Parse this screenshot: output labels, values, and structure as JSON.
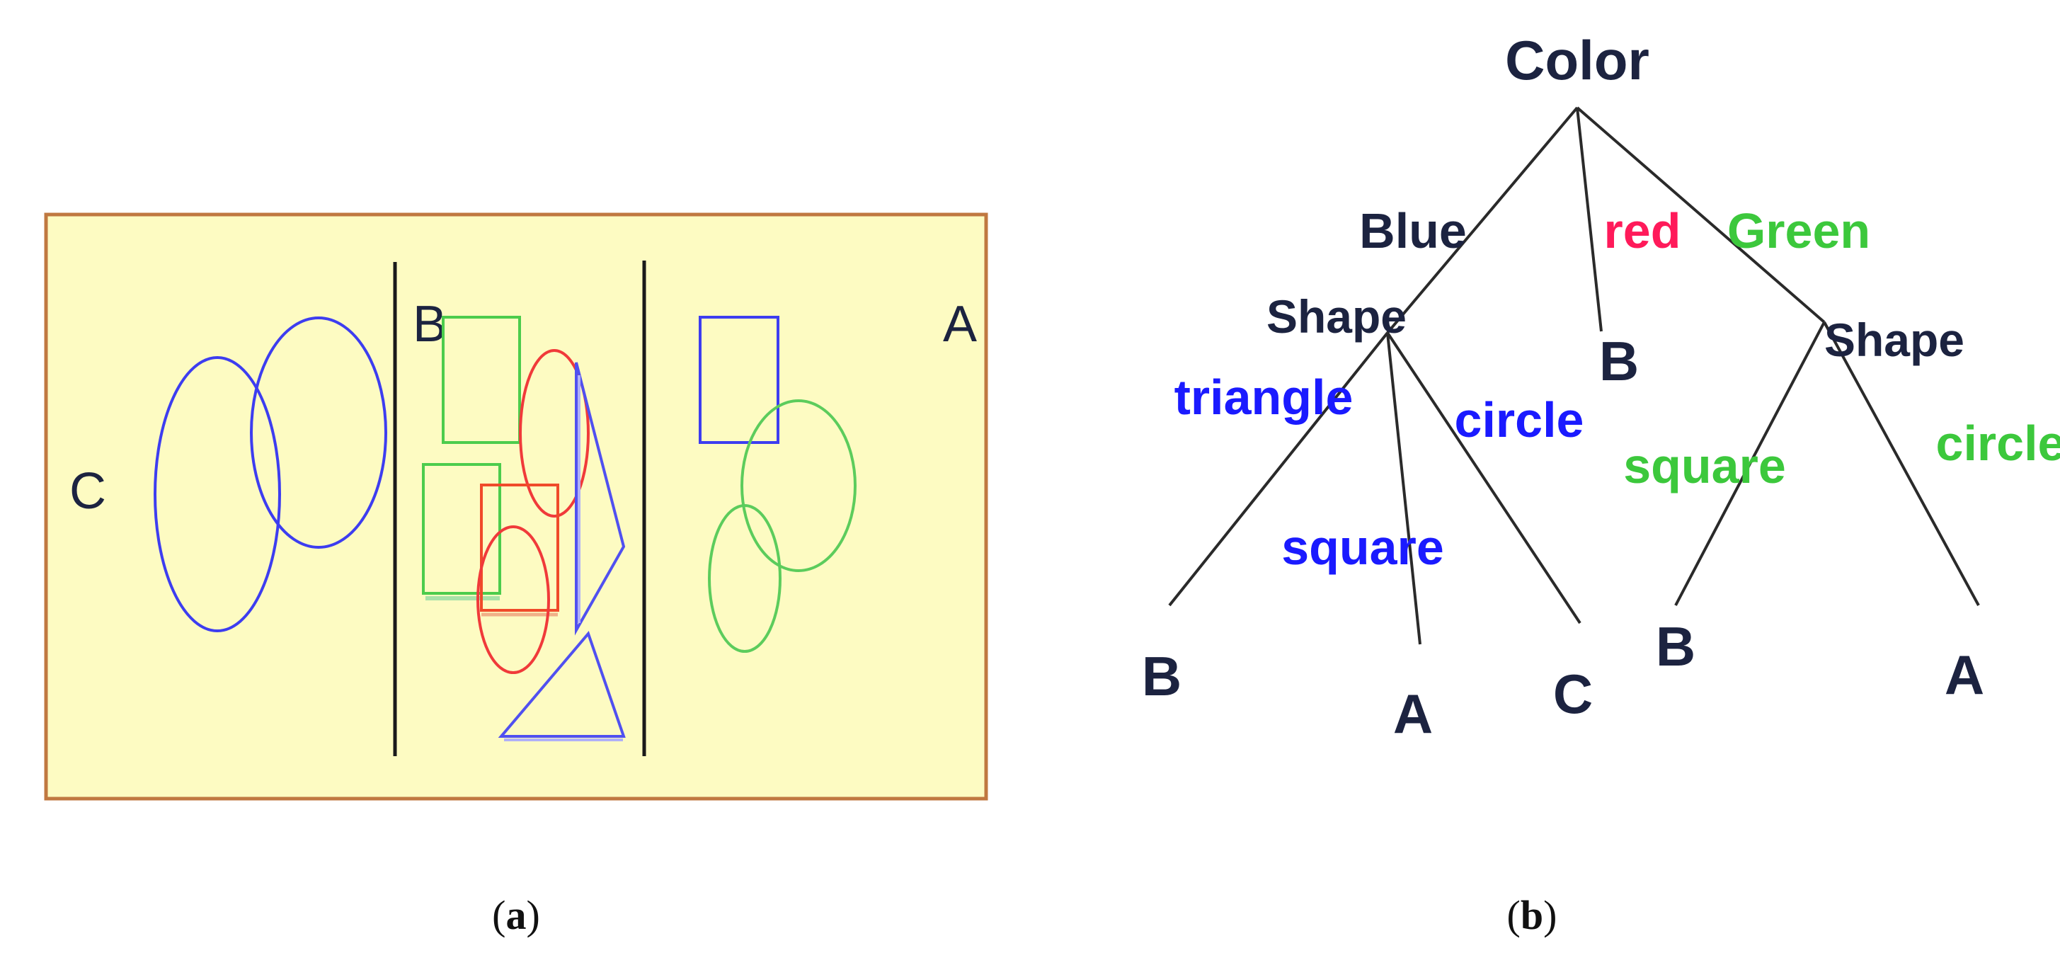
{
  "panel_a": {
    "caption_open": "(",
    "caption_letter": "a",
    "caption_close": ")",
    "background_color": "#fdfbc2",
    "border_color": "#c07840",
    "groups": [
      {
        "label": "C",
        "shapes": [
          "blue circle",
          "blue circle"
        ]
      },
      {
        "label": "B",
        "shapes": [
          "green square",
          "green square",
          "red circle",
          "red circle",
          "red square",
          "blue triangle",
          "blue triangle"
        ]
      },
      {
        "label": "A",
        "shapes": [
          "blue square",
          "green circle",
          "green circle"
        ]
      }
    ]
  },
  "panel_b": {
    "caption_open": "(",
    "caption_letter": "b",
    "caption_close": ")",
    "root": "Color",
    "shape_node_label": "Shape",
    "edges": {
      "blue": "Blue",
      "red": "red",
      "green": "Green",
      "blue_triangle": "triangle",
      "blue_square": "square",
      "blue_circle": "circle",
      "green_square": "square",
      "green_circle": "circle"
    },
    "leaves": {
      "red": "B",
      "blue_triangle": "B",
      "blue_square": "A",
      "blue_circle": "C",
      "green_square": "B",
      "green_circle": "A"
    },
    "colors": {
      "node": "#1c2340",
      "blue_label": "#1a1aff",
      "red_label": "#ff1a5a",
      "green_label": "#3cc83c",
      "line": "#2a2a2a"
    }
  }
}
